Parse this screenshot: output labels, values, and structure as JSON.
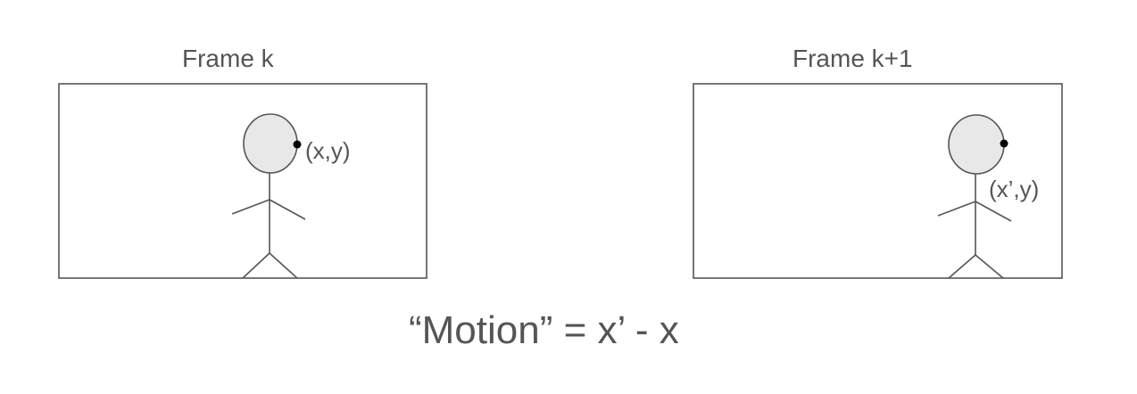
{
  "frames": [
    {
      "title": "Frame k",
      "point_label": "(x,y)"
    },
    {
      "title": "Frame k+1",
      "point_label": "(x’,y)"
    }
  ],
  "formula": "“Motion” = x’ - x",
  "colors": {
    "text": "#555555",
    "stroke": "#555555",
    "head_fill": "#e8e8e8",
    "point": "#000000"
  }
}
